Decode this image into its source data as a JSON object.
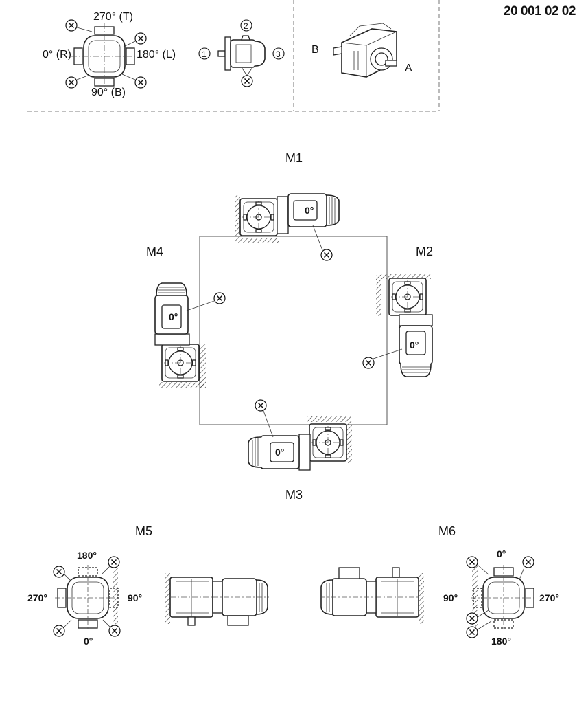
{
  "document_code": "20 001 02 02",
  "legend": {
    "angle_top": "270° (T)",
    "angle_left": "0° (R)",
    "angle_right": "180° (L)",
    "angle_bottom": "90° (B)",
    "position_1": "1",
    "position_2": "2",
    "position_3": "3",
    "side_b": "B",
    "side_a": "A",
    "x_mark": "X"
  },
  "positions": {
    "m1": "M1",
    "m2": "M2",
    "m3": "M3",
    "m4": "M4",
    "m5": "M5",
    "m6": "M6"
  },
  "motor_angle": "0°",
  "m5_angles": {
    "top": "180°",
    "left": "270°",
    "right": "90°",
    "bottom": "0°"
  },
  "m6_angles": {
    "top": "0°",
    "left": "90°",
    "right": "270°",
    "bottom": "180°"
  }
}
